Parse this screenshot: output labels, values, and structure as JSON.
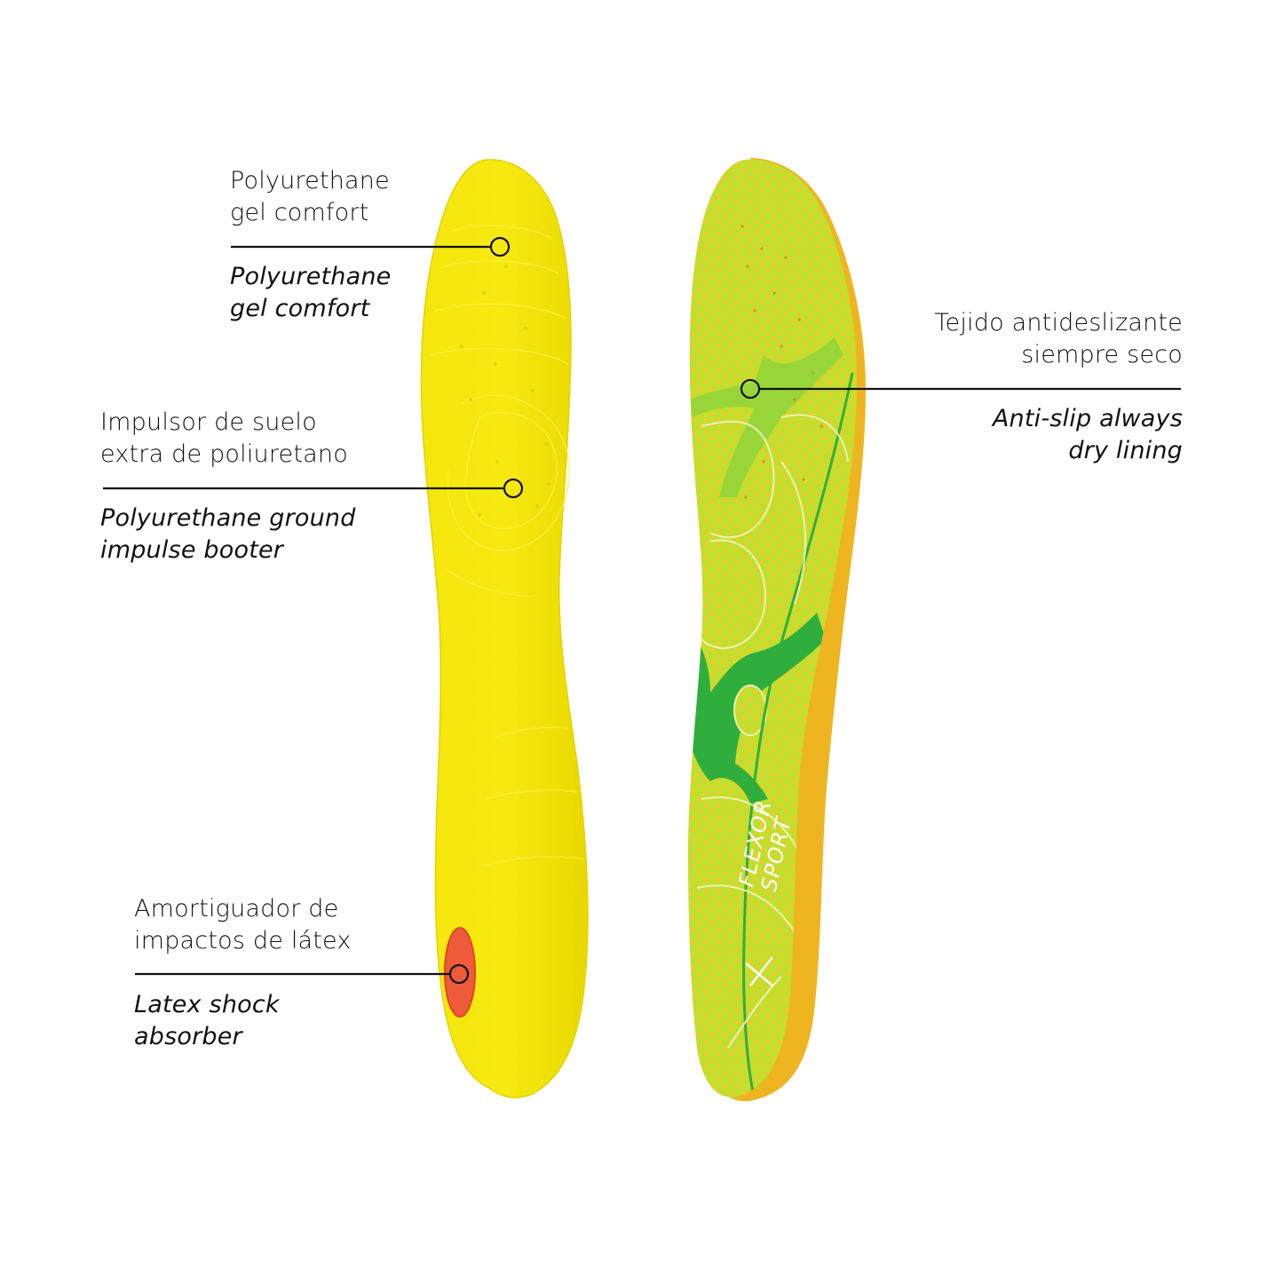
{
  "colors": {
    "background": "#ffffff",
    "text": "#111111",
    "leader_line": "#111111",
    "insole_yellow": "#f2e30a",
    "insole_yellow_shade": "#e4d400",
    "latex_pad": "#ef5a3a",
    "fabric_lime": "#b9df2c",
    "fabric_dot": "#f0c92a",
    "fabric_green": "#2fae3d",
    "foam_orange": "#efb520"
  },
  "left_insole": {
    "view": "bottom",
    "callouts": [
      {
        "id": "gel-comfort",
        "es_lines": [
          "Polyurethane",
          "gel comfort"
        ],
        "en_lines": [
          "Polyurethane",
          "gel comfort"
        ]
      },
      {
        "id": "ground-impulse",
        "es_lines": [
          "Impulsor de suelo",
          "extra de poliuretano"
        ],
        "en_lines": [
          "Polyurethane ground",
          "impulse booter"
        ]
      },
      {
        "id": "latex-shock",
        "es_lines": [
          "Amortiguador de",
          "impactos de látex"
        ],
        "en_lines": [
          "Latex shock",
          "absorber"
        ]
      }
    ]
  },
  "right_insole": {
    "view": "top",
    "brand_text": [
      "FLEXOR",
      "SPORT"
    ],
    "callouts": [
      {
        "id": "anti-slip-lining",
        "es_lines": [
          "Tejido antideslizante",
          "siempre seco"
        ],
        "en_lines": [
          "Anti-slip always",
          "dry lining"
        ]
      }
    ]
  }
}
